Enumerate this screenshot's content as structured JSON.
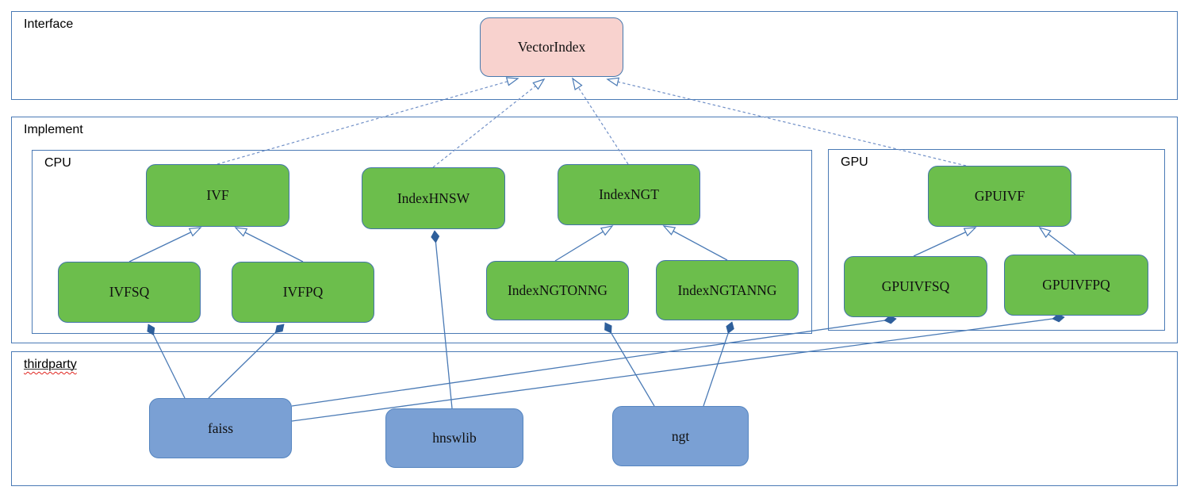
{
  "diagram": {
    "containers": {
      "interface": {
        "label": "Interface"
      },
      "implement": {
        "label": "Implement"
      },
      "cpu": {
        "label": "CPU"
      },
      "gpu": {
        "label": "GPU"
      },
      "thirdparty": {
        "label": "thirdparty",
        "spellcheck_underline": true
      }
    },
    "nodes": {
      "vectorindex": {
        "label": "VectorIndex",
        "kind": "interface"
      },
      "ivf": {
        "label": "IVF",
        "kind": "cpu-implementation"
      },
      "indexhnsw": {
        "label": "IndexHNSW",
        "kind": "cpu-implementation"
      },
      "indexngt": {
        "label": "IndexNGT",
        "kind": "cpu-implementation"
      },
      "ivfsq": {
        "label": "IVFSQ",
        "kind": "cpu-implementation"
      },
      "ivfpq": {
        "label": "IVFPQ",
        "kind": "cpu-implementation"
      },
      "indexngtonng": {
        "label": "IndexNGTONNG",
        "kind": "cpu-implementation"
      },
      "indexngtanng": {
        "label": "IndexNGTANNG",
        "kind": "cpu-implementation"
      },
      "gpuivf": {
        "label": "GPUIVF",
        "kind": "gpu-implementation"
      },
      "gpuivfsq": {
        "label": "GPUIVFSQ",
        "kind": "gpu-implementation"
      },
      "gpuivfpq": {
        "label": "GPUIVFPQ",
        "kind": "gpu-implementation"
      },
      "faiss": {
        "label": "faiss",
        "kind": "thirdparty-library"
      },
      "hnswlib": {
        "label": "hnswlib",
        "kind": "thirdparty-library"
      },
      "ngt": {
        "label": "ngt",
        "kind": "thirdparty-library"
      }
    },
    "edges": [
      {
        "from": "ivf",
        "to": "vectorindex",
        "type": "realization"
      },
      {
        "from": "indexhnsw",
        "to": "vectorindex",
        "type": "realization"
      },
      {
        "from": "indexngt",
        "to": "vectorindex",
        "type": "realization"
      },
      {
        "from": "gpuivf",
        "to": "vectorindex",
        "type": "realization"
      },
      {
        "from": "ivfsq",
        "to": "ivf",
        "type": "generalization"
      },
      {
        "from": "ivfpq",
        "to": "ivf",
        "type": "generalization"
      },
      {
        "from": "indexngtonng",
        "to": "indexngt",
        "type": "generalization"
      },
      {
        "from": "indexngtanng",
        "to": "indexngt",
        "type": "generalization"
      },
      {
        "from": "gpuivfsq",
        "to": "gpuivf",
        "type": "generalization"
      },
      {
        "from": "gpuivfpq",
        "to": "gpuivf",
        "type": "generalization"
      },
      {
        "from": "faiss",
        "to": "ivfsq",
        "type": "composition"
      },
      {
        "from": "faiss",
        "to": "ivfpq",
        "type": "composition"
      },
      {
        "from": "faiss",
        "to": "gpuivfsq",
        "type": "composition"
      },
      {
        "from": "faiss",
        "to": "gpuivfpq",
        "type": "composition"
      },
      {
        "from": "hnswlib",
        "to": "indexhnsw",
        "type": "composition"
      },
      {
        "from": "ngt",
        "to": "indexngtonng",
        "type": "composition"
      },
      {
        "from": "ngt",
        "to": "indexngtanng",
        "type": "composition"
      }
    ],
    "colors": {
      "interface_node_fill": "#f8d2ce",
      "implementation_node_fill": "#6cbe4c",
      "thirdparty_node_fill": "#7aa0d4",
      "node_border": "#4274a8",
      "container_border": "#4a7ab5",
      "solid_edge": "#4a7ab5",
      "dashed_edge": "#7190c7",
      "diamond_fill": "#2e5f9b",
      "arrowhead_fill": "#ffffff",
      "spellcheck_underline": "#e0251f",
      "text": "#101010"
    }
  }
}
